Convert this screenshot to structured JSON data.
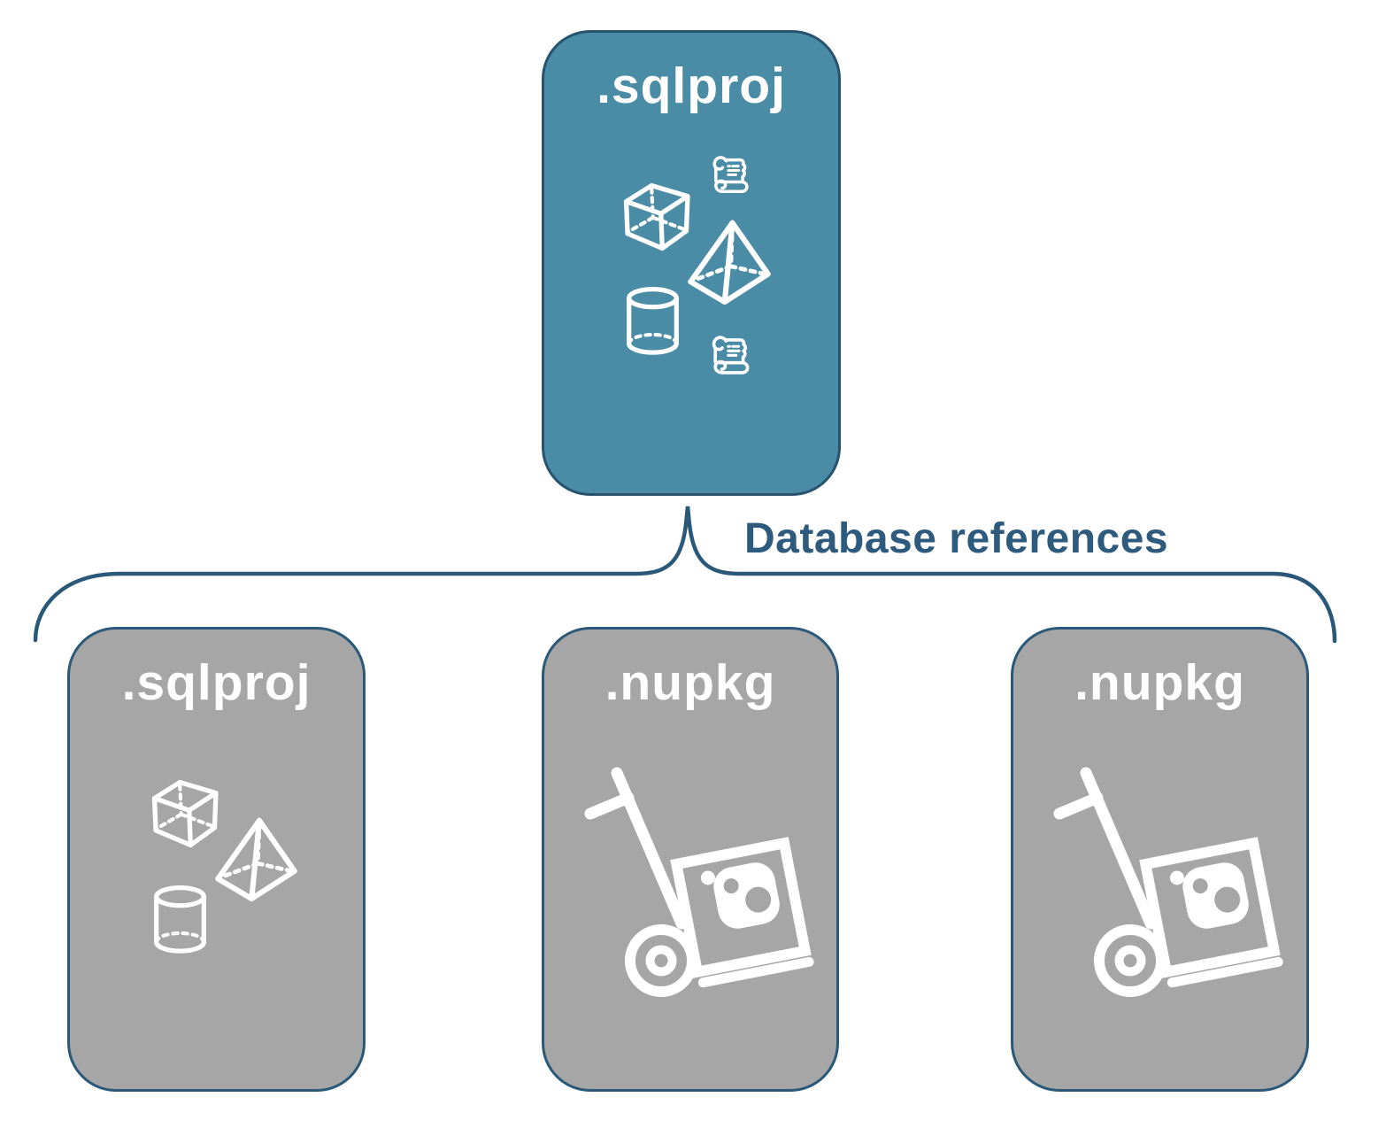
{
  "colors": {
    "root_fill": "#4a8ba6",
    "child_fill": "#a6a6a6",
    "border": "#27536f",
    "accent_text": "#2d5a7d",
    "icon_stroke": "#ffffff"
  },
  "root_box": {
    "label": ".sqlproj",
    "icons": [
      "cube-icon",
      "scroll-icon",
      "pyramid-icon",
      "cylinder-icon",
      "scroll-icon"
    ]
  },
  "connector": {
    "label": "Database references",
    "shape": "downward-curly-brace"
  },
  "children": [
    {
      "label": ".sqlproj",
      "icons": [
        "cube-icon",
        "pyramid-icon",
        "cylinder-icon"
      ]
    },
    {
      "label": ".nupkg",
      "icons": [
        "nuget-hand-truck-icon"
      ]
    },
    {
      "label": ".nupkg",
      "icons": [
        "nuget-hand-truck-icon"
      ]
    }
  ]
}
